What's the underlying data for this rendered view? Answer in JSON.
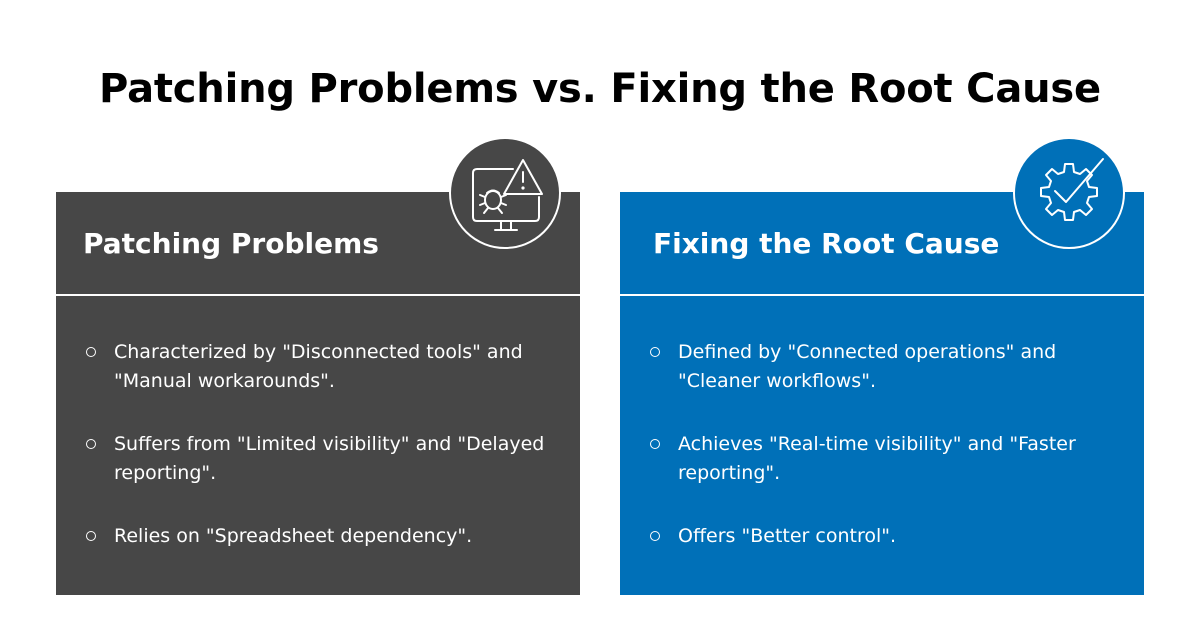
{
  "title": "Patching Problems vs. Fixing the Root Cause",
  "colors": {
    "left_panel": "#474747",
    "right_panel": "#0070b8",
    "text": "#ffffff"
  },
  "left_panel": {
    "heading": "Patching Problems",
    "icon": "monitor-bug-warning-icon",
    "bullets": [
      "Characterized by \"Disconnected tools\" and \"Manual workarounds\".",
      "Suffers from \"Limited visibility\" and \"Delayed reporting\".",
      "Relies on \"Spreadsheet dependency\"."
    ]
  },
  "right_panel": {
    "heading": "Fixing the Root Cause",
    "icon": "gear-checkmark-icon",
    "bullets": [
      "Defined by \"Connected operations\" and \"Cleaner workflows\".",
      "Achieves \"Real-time visibility\" and \"Faster reporting\".",
      "Offers \"Better control\"."
    ]
  }
}
